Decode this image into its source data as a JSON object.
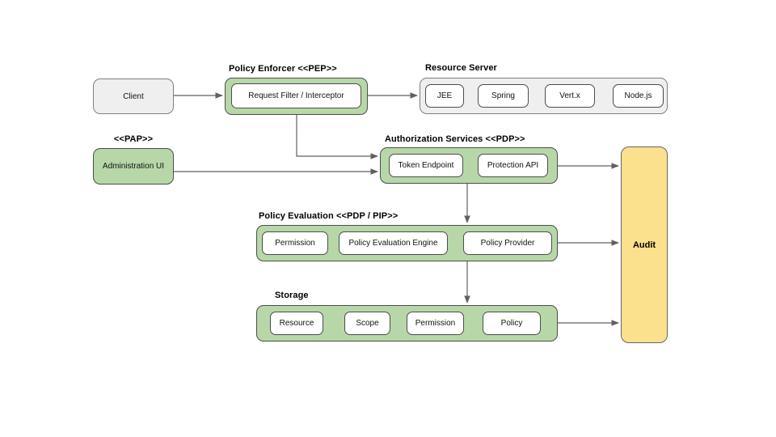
{
  "diagram": {
    "client": {
      "label": "Client"
    },
    "policy_enforcer": {
      "title": "Policy Enforcer <<PEP>>",
      "node": "Request Filter / Interceptor"
    },
    "resource_server": {
      "title": "Resource Server",
      "items": [
        "JEE",
        "Spring",
        "Vert.x",
        "Node.js"
      ]
    },
    "pap": {
      "title": "<<PAP>>",
      "node": "Administration UI"
    },
    "authorization_services": {
      "title": "Authorization Services <<PDP>>",
      "items": [
        "Token Endpoint",
        "Protection API"
      ]
    },
    "policy_evaluation": {
      "title": "Policy Evaluation <<PDP / PIP>>",
      "items": [
        "Permission",
        "Policy Evaluation Engine",
        "Policy Provider"
      ]
    },
    "storage": {
      "title": "Storage",
      "items": [
        "Resource",
        "Scope",
        "Permission",
        "Policy"
      ]
    },
    "audit": {
      "label": "Audit"
    },
    "colors": {
      "container_green": "#b7d7a9",
      "container_gray": "#efefef",
      "audit_yellow": "#fbe08e",
      "node_white": "#ffffff",
      "border_dark": "#4c4c4c",
      "arrow_gray": "#606060"
    }
  }
}
